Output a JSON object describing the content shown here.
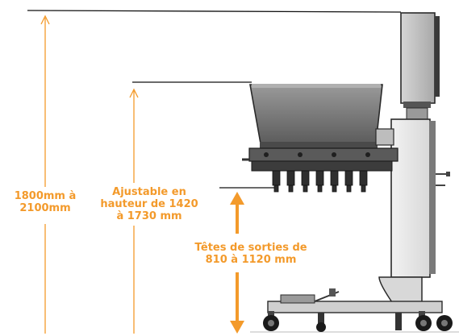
{
  "labels": {
    "total_height": "1800mm à\n2100mm",
    "adjustable_height": "Ajustable en\nhauteur de 1420\nà 1730 mm",
    "outlet_heads": "Têtes de sorties de\n810 à 1120 mm"
  },
  "colors": {
    "accent": "#f39a2b",
    "machine_body": "#e8e8e8",
    "machine_dark": "#6a6a6a",
    "outline": "#2a2a2a",
    "hopper": "#8e8e8e",
    "wheel": "#1a1a1a"
  }
}
